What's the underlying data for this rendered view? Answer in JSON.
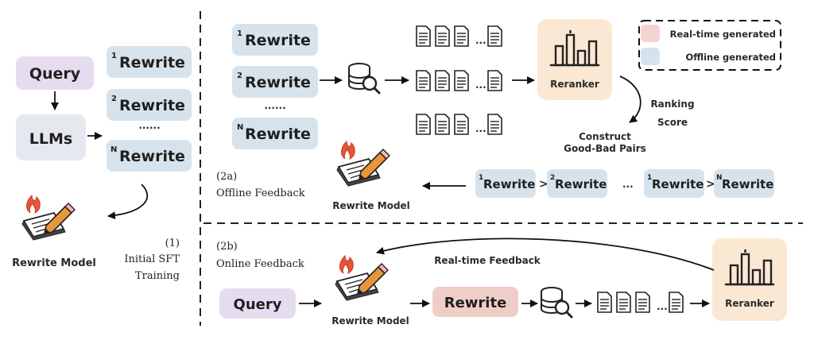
{
  "legend": {
    "realtime": "Real-time generated",
    "offline": "Offline generated",
    "colors": {
      "realtime": "#f3d4d0",
      "offline": "#d7e3ec"
    }
  },
  "left": {
    "query": "Query",
    "llms": "LLMs",
    "rewrite1_sup": "1",
    "rewrite2_sup": "2",
    "rewriteN_sup": "N",
    "rewrite_label": "Rewrite",
    "dots": "......",
    "model_label": "Rewrite Model",
    "step_number": "(1)",
    "step_line1": "Initial SFT",
    "step_line2": "Training"
  },
  "offline": {
    "rewrite_label": "Rewrite",
    "sup1": "1",
    "sup2": "2",
    "supN": "N",
    "dots": "......",
    "doc_dots": "...",
    "reranker": "Reranker",
    "ranking_line1": "Ranking",
    "ranking_line2": "Score",
    "construct_line1": "Construct",
    "construct_line2": "Good-Bad Pairs",
    "section_id": "(2a)",
    "section_name": "Offline Feedback",
    "model_label": "Rewrite Model",
    "pair_gt": ">",
    "pair_ellipsis": "..."
  },
  "online": {
    "section_id": "(2b)",
    "section_name": "Online Feedback",
    "query": "Query",
    "model_label": "Rewrite Model",
    "rewrite": "Rewrite",
    "doc_dots": "...",
    "reranker": "Reranker",
    "feedback": "Real-time Feedback"
  },
  "colors": {
    "query": "#e6dcef",
    "llms": "#e6e8ef",
    "offline_box": "#d7e3ec",
    "realtime_box": "#f0cec8",
    "reranker": "#fbe8d3",
    "fire": "#e8543a",
    "pencil": "#e8963a"
  }
}
